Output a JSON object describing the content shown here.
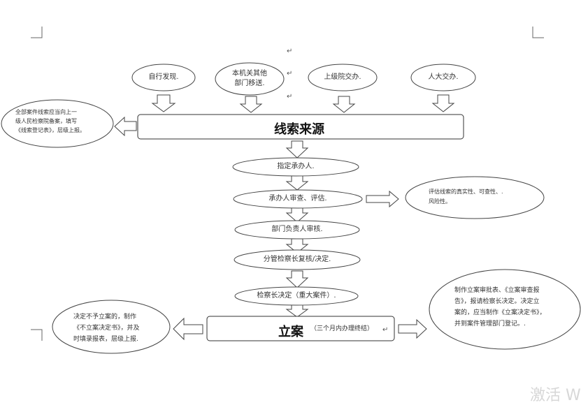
{
  "sources": [
    {
      "text": "自行发现."
    },
    {
      "text": "本机关其他\n部门移送."
    },
    {
      "text": "上级院交办."
    },
    {
      "text": "人大交办."
    }
  ],
  "main_title": "线索来源",
  "left_note": "全部案件线索应当向上一\n级人民检察院备案，填写\n《线索登记表》，层级上报。",
  "steps": [
    {
      "text": "指定承办人."
    },
    {
      "text": "承办人审查、评估."
    },
    {
      "text": "部门负责人审核."
    },
    {
      "text": "分管检察长复核/决定."
    },
    {
      "text": "检察长决定（重大案件）."
    }
  ],
  "assess_note": "评估线索的真实性、可查性、.\n风险性。",
  "case_title": "立案",
  "case_sub": "（三个月内办理终结）",
  "reject_note": "决定不予立案的，制作\n《不立案决定书》，并及\n时填录报表，层级上报.",
  "approve_note": "制作立案审批表、《立案审查报\n告》，报请检察长决定。决定立\n案的，应当制作《立案决定书》，\n并到案件管理部门登记。.",
  "para_mark": "↵",
  "watermark": "激活 Wi"
}
